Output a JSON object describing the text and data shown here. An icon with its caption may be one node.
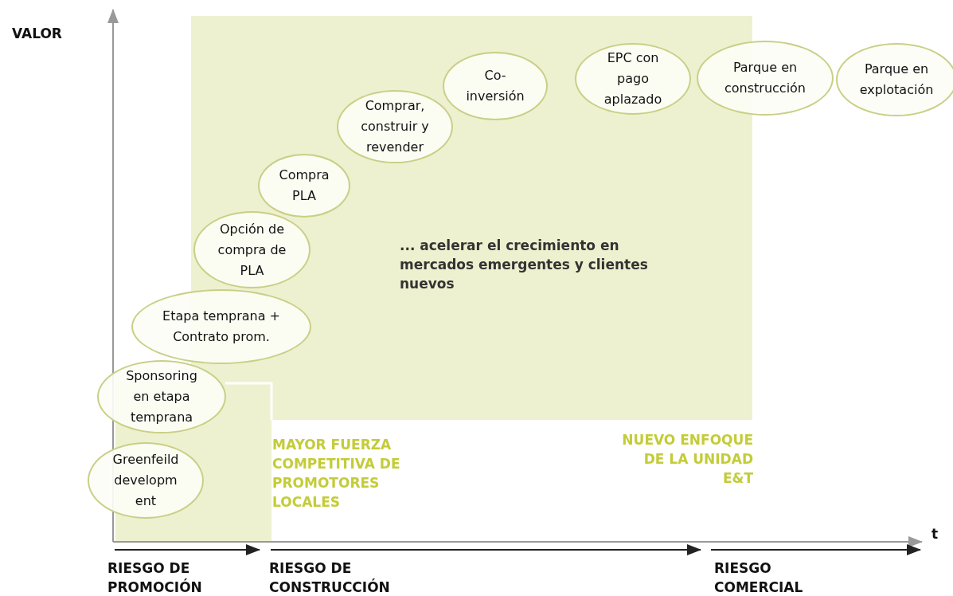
{
  "diagram": {
    "nodes": [
      {
        "text": [
          "Greenfeild developm ent"
        ]
      },
      {
        "text": [
          "Sponsoring en etapa temprana"
        ]
      },
      {
        "text": [
          "Etapa temprana + Contrato prom."
        ]
      },
      {
        "text": [
          "Opción de compra de PLA"
        ]
      },
      {
        "text": [
          "Compra PLA"
        ]
      },
      {
        "text": [
          "Comprar, construir y revender"
        ]
      },
      {
        "text": [
          "Co-inversión"
        ]
      },
      {
        "text": [
          "EPC con pago aplazado"
        ]
      },
      {
        "text": [
          "Parque en construcción"
        ]
      },
      {
        "text": [
          "Parque en explotación"
        ]
      }
    ],
    "edges": [],
    "labels": [
      "VALOR",
      "... acelerar el crecimiento en mercados emergentes y clientes nuevos",
      "MAYOR FUERZA COMPETITIVA DE PROMOTORES LOCALES",
      "NUEVO ENFOQUE DE LA UNIDAD E&T",
      "t",
      "RIESGO DE PROMOCIÓN",
      "RIESGO DE CONSTRUCCIÓN",
      "RIESGO COMERCIAL"
    ]
  }
}
